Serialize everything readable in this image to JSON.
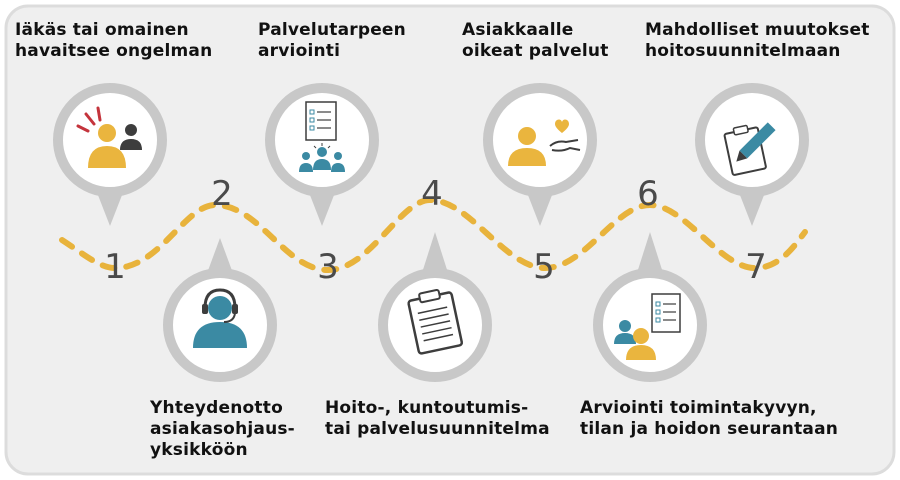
{
  "colors": {
    "panel_bg": "#efefef",
    "panel_border": "#d9d9d9",
    "pin_ring": "#c8c8c8",
    "path_dash": "#e8b33c",
    "person_gold": "#eab53e",
    "person_dark": "#3d3d3d",
    "teal": "#3b8aa3",
    "alert_red": "#c4343c",
    "number": "#4a4a4a"
  },
  "steps": [
    {
      "number": "1",
      "lines": [
        "Iäkäs tai omainen",
        "havaitsee ongelman"
      ],
      "icon": "alert-person-icon"
    },
    {
      "number": "2",
      "lines": [
        "Yhteydenotto",
        "asiakasohjaus-",
        "yksikköön"
      ],
      "icon": "headset-agent-icon"
    },
    {
      "number": "3",
      "lines": [
        "Palvelutarpeen",
        "arviointi"
      ],
      "icon": "checklist-team-icon"
    },
    {
      "number": "4",
      "lines": [
        "Hoito-, kuntoutumis-",
        "tai palvelusuunnitelma"
      ],
      "icon": "clipboard-icon"
    },
    {
      "number": "5",
      "lines": [
        "Asiakkaalle",
        "oikeat palvelut"
      ],
      "icon": "heart-hand-icon"
    },
    {
      "number": "6",
      "lines": [
        "Arviointi toimintakyvyn,",
        "tilan ja hoidon seurantaan"
      ],
      "icon": "evaluation-icon"
    },
    {
      "number": "7",
      "lines": [
        "Mahdolliset muutokset",
        "hoitosuunnitelmaan"
      ],
      "icon": "edit-plan-icon"
    }
  ]
}
